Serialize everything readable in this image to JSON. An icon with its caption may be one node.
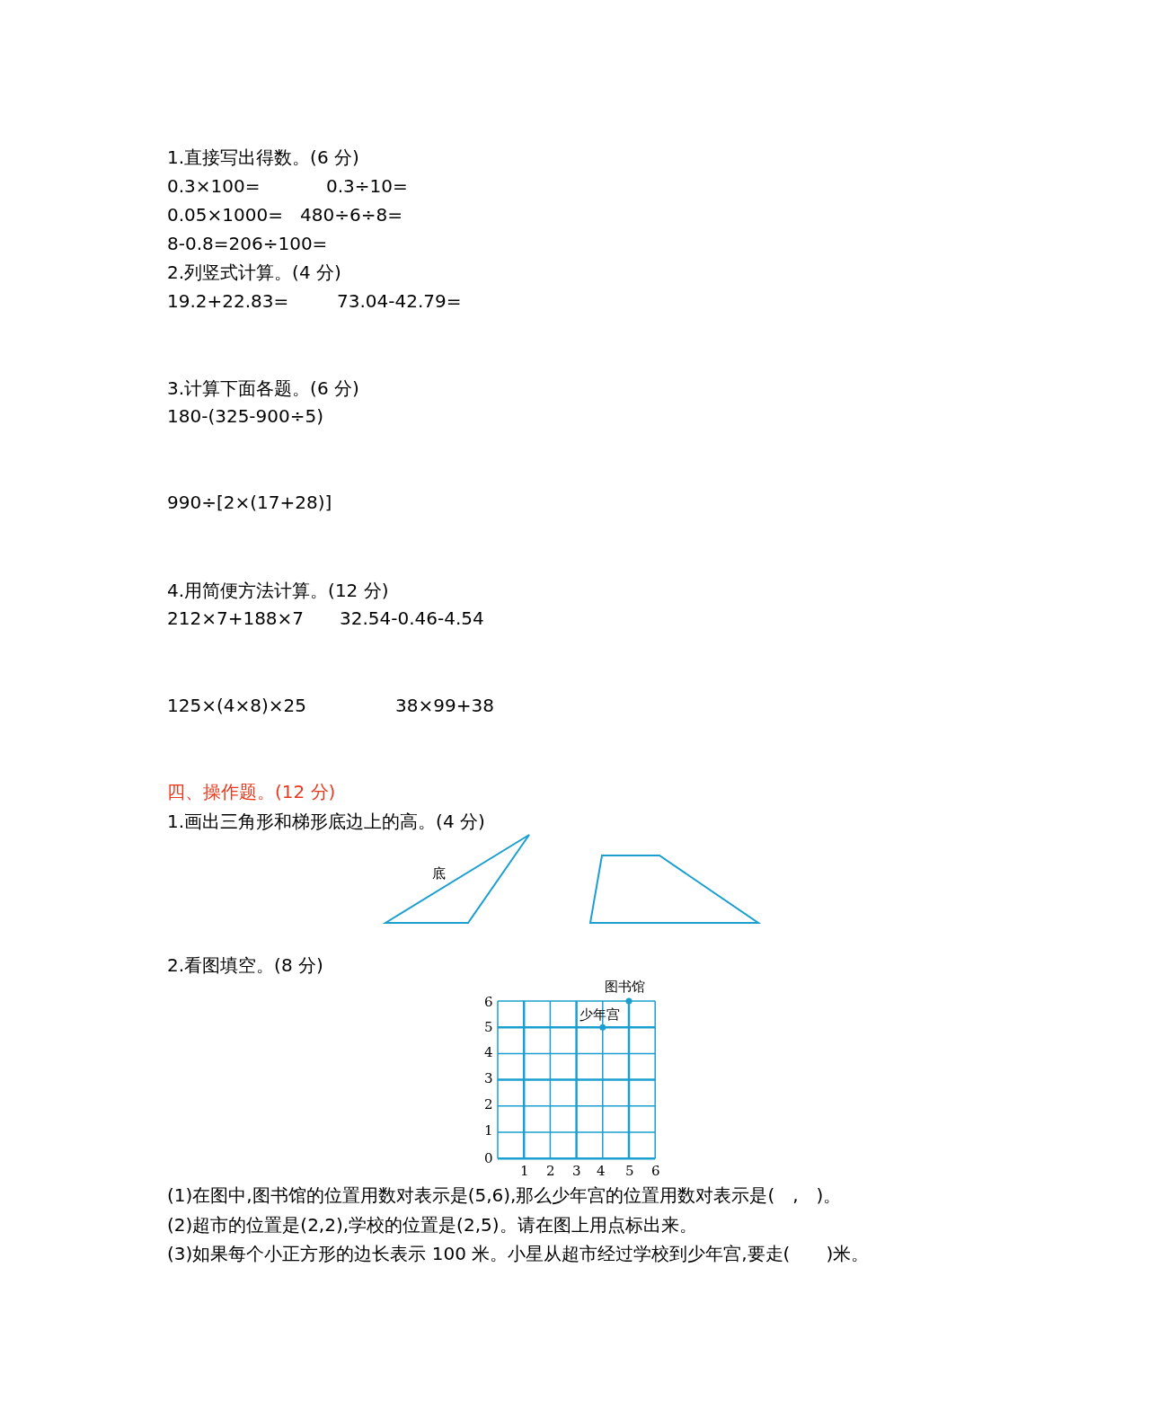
{
  "diagram": {
    "labels": [
      "1.直接写出得数。(6 分)",
      "0.3×100=",
      "0.3÷10=",
      "0.05×1000=",
      "480÷6÷8=",
      "8-0.8=206÷100=",
      "2.列竖式计算。(4 分)",
      "19.2+22.83=",
      "73.04-42.79=",
      "3.计算下面各题。(6 分)",
      "180-(325-900÷5)",
      "990÷[2×(17+28)]",
      "4.用简便方法计算。(12 分)",
      "212×7+188×7",
      "32.54-0.46-4.54",
      "125×(4×8)×25",
      "38×99+38",
      "四、操作题。(12 分)",
      "1.画出三角形和梯形底边上的高。(4 分)",
      "底",
      "2.看图填空。(8 分)",
      "图书馆",
      "少年宫",
      "6",
      "5",
      "4",
      "3",
      "2",
      "1",
      "0",
      "1",
      "2",
      "3",
      "4",
      "5",
      "6",
      "(1)在图中,图书馆的位置用数对表示是(5,6),那么少年宫的位置用数对表示是(　,　)。",
      "(2)超市的位置是(2,2),学校的位置是(2,5)。请在图上用点标出来。",
      "(3)如果每个小正方形的边长表示 100 米。小星从超市经过学校到少年宫,要走(　　)米。"
    ]
  }
}
